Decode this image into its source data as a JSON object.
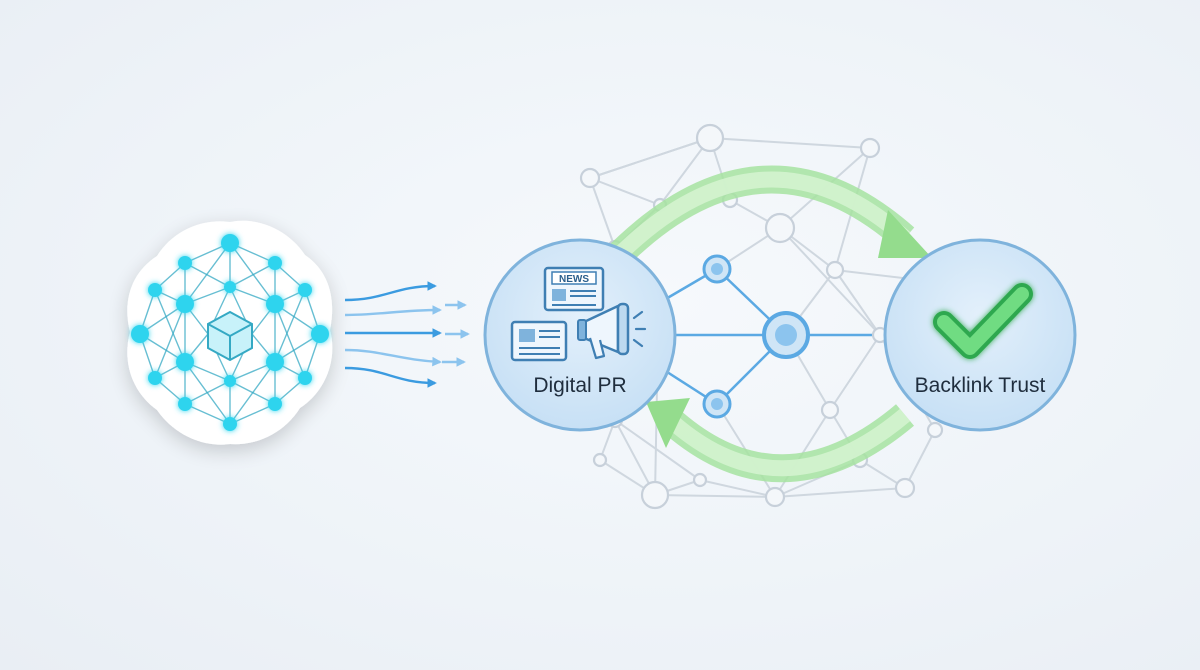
{
  "nodes": {
    "digital_pr": {
      "label": "Digital PR",
      "badge": "NEWS",
      "fill": "#d4e7f7",
      "stroke": "#7fb3dc",
      "icons": [
        "newspaper-icon",
        "newspaper-icon",
        "megaphone-icon"
      ]
    },
    "backlink_trust": {
      "label": "Backlink Trust",
      "fill": "#d4e7f7",
      "stroke": "#7fb3dc",
      "icon": "checkmark-icon",
      "icon_color": "#4cc36a"
    }
  },
  "ai_network": {
    "icon": "neural-network-icon",
    "node_color": "#2fd4ee",
    "line_color": "#35a9c4"
  },
  "flow_arrows": {
    "icon": "arrow-right-icon",
    "color": "#3b9be0"
  },
  "cycle_arrows": {
    "color": "#8fdc8c",
    "fill": "#c8efc2"
  },
  "colors": {
    "network_line": "#cfd7df",
    "network_node": "#c7d0da",
    "hub": "#5ba9e3"
  }
}
